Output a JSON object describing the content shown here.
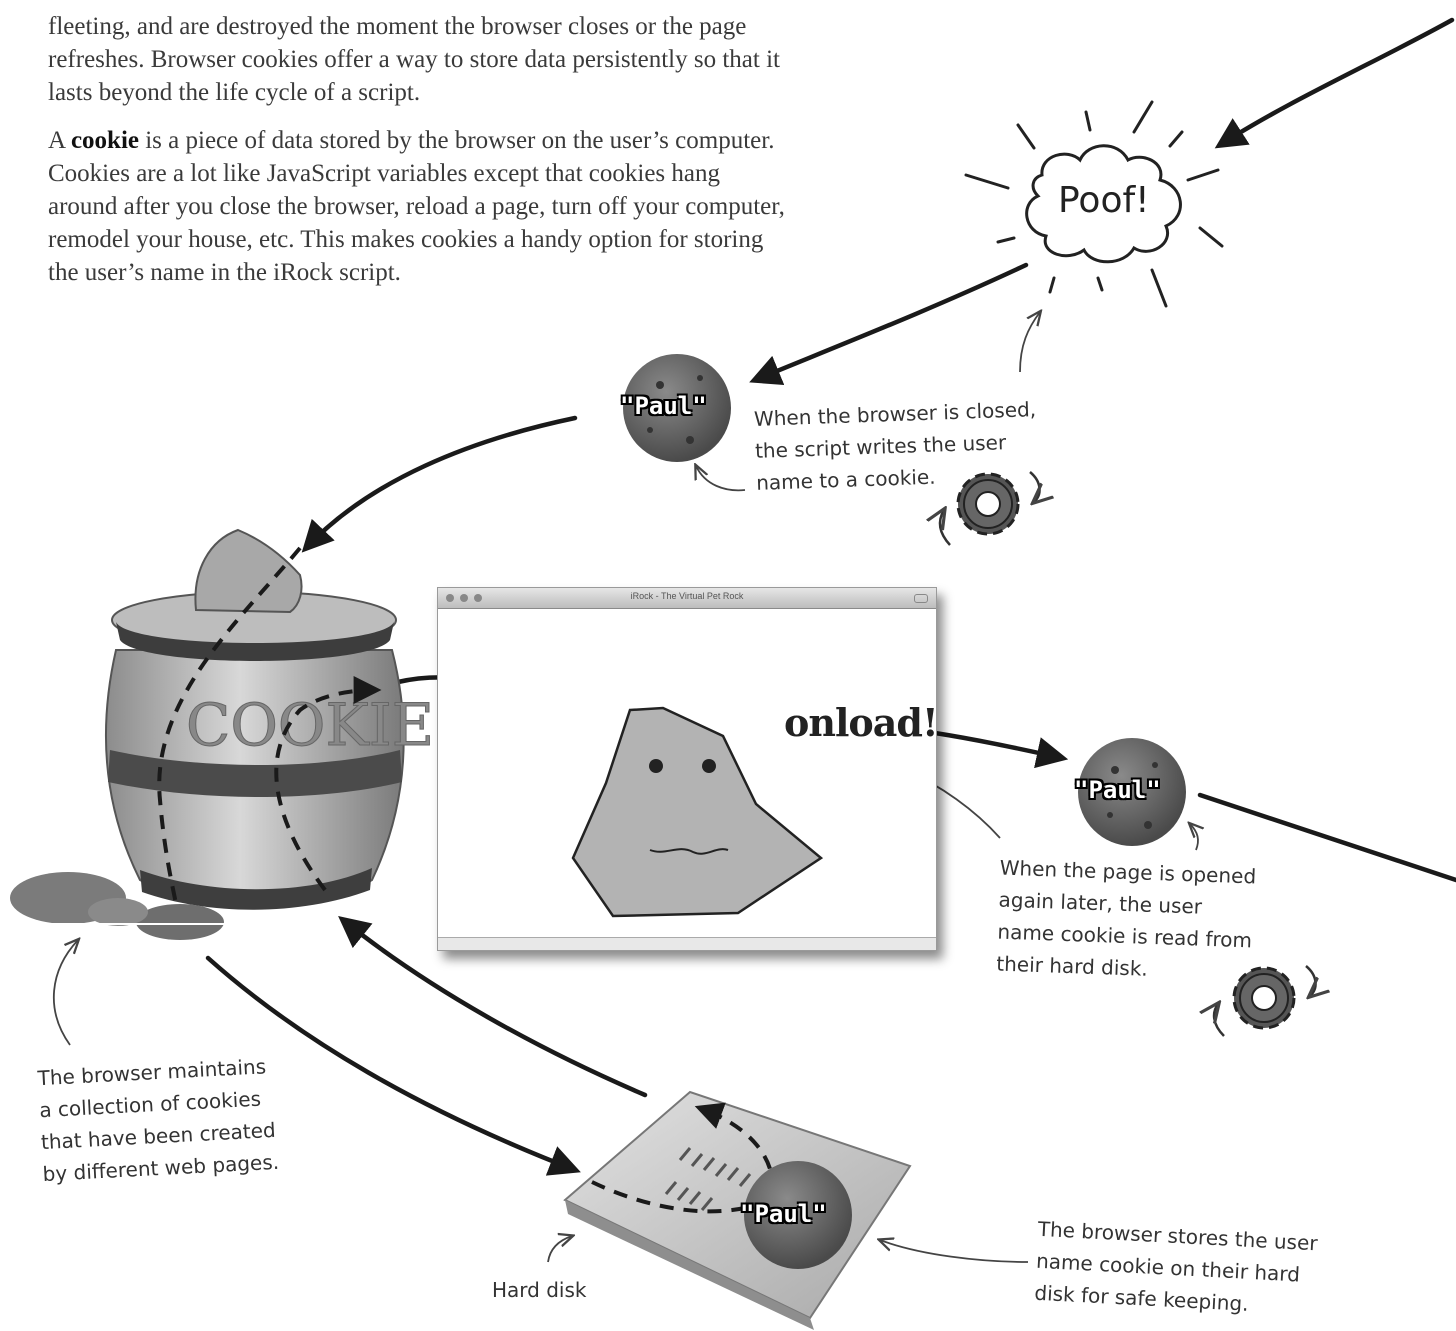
{
  "text": {
    "para1_lines": [
      "fleeting, and are destroyed the moment the browser closes or the page",
      "refreshes. Browser cookies offer a way to store data persistently so that it",
      "lasts beyond the life cycle of a script."
    ],
    "para2_start": "A ",
    "para2_bold": "cookie",
    "para2_first_rest": " is a piece of data stored by the browser on the user’s computer.",
    "para2_lines": [
      "Cookies are a lot like JavaScript variables except that cookies hang",
      "around after you close the browser, reload a page, turn off your computer,",
      "remodel your house, etc. This makes cookies a handy option for storing",
      "the user’s name in the iRock script."
    ]
  },
  "diagram": {
    "poof_label": "Poof!",
    "cookie_label": "\"Paul\"",
    "onload_label": "onload!",
    "window_title": "iRock - The Virtual Pet Rock",
    "jar_text": "COOKIES"
  },
  "notes": {
    "closed": [
      "When the browser is closed,",
      "the script writes the user",
      "name to a cookie."
    ],
    "opened": [
      "When the page is opened",
      "again later, the user",
      "name cookie is read from",
      "their hard disk."
    ],
    "collection": [
      "The browser maintains",
      "a collection of cookies",
      "that have been created",
      "by different web pages."
    ],
    "stores": [
      "The browser stores the user",
      "name cookie on their hard",
      "disk for safe keeping."
    ],
    "hard_disk": "Hard disk"
  },
  "colors": {
    "cookie": "#6f6f6f",
    "rock": "#b3b3b3",
    "arrow": "#1a1a1a",
    "jar": "#b9b9b9"
  }
}
